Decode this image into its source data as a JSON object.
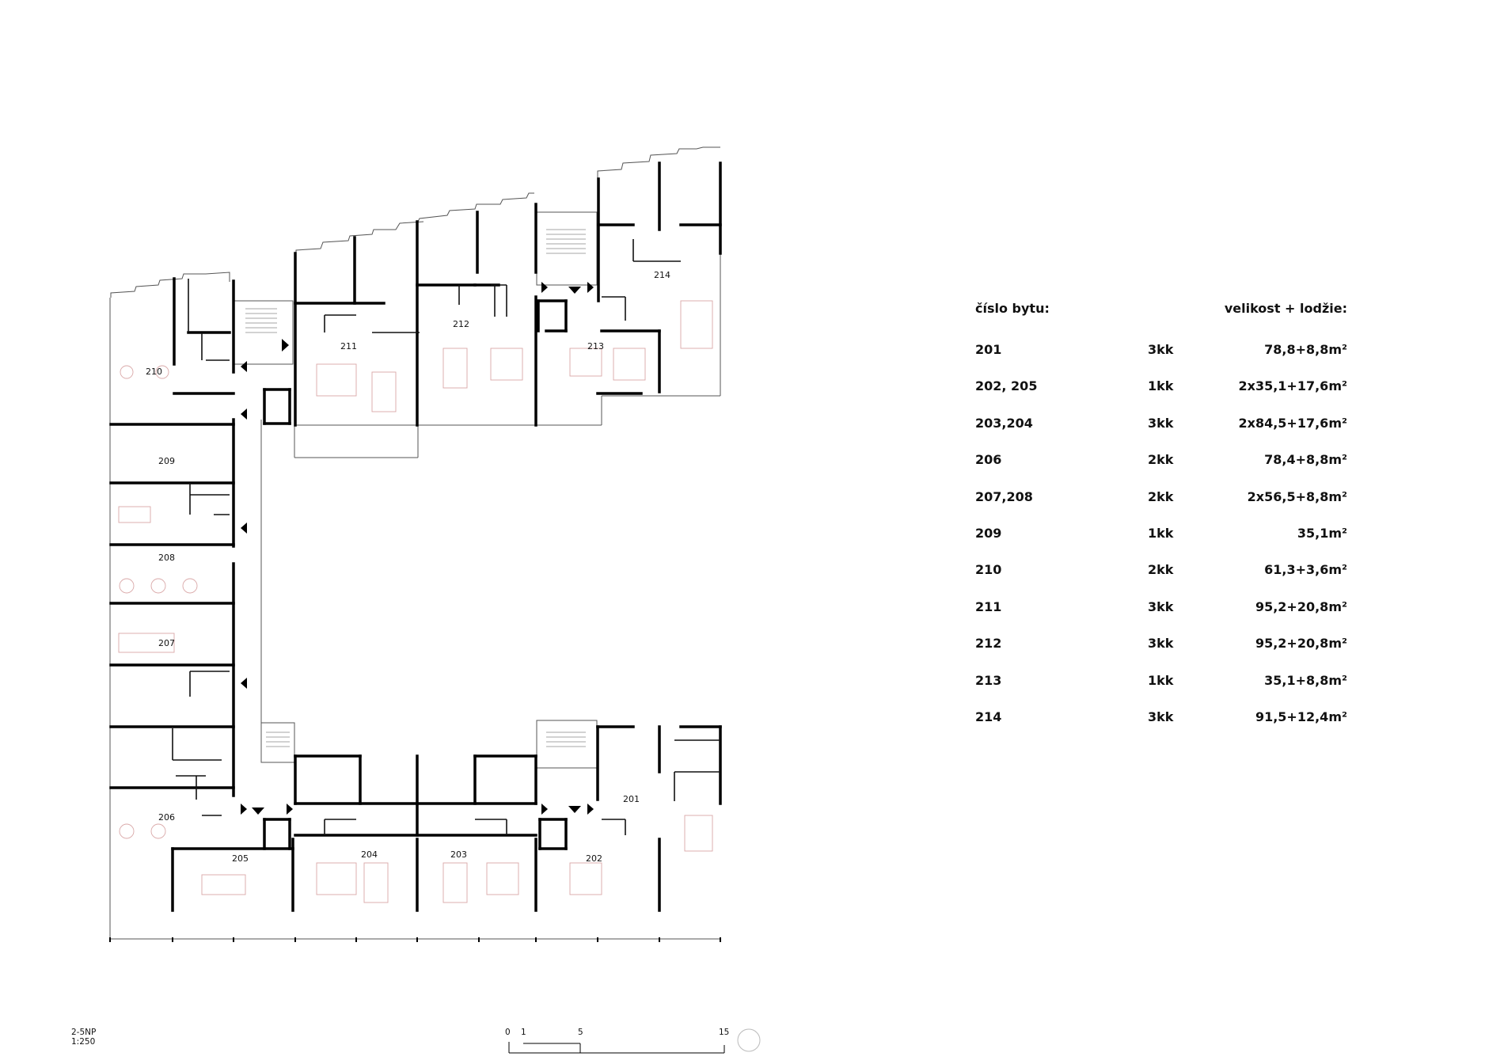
{
  "plan": {
    "floor": "2-5NP",
    "scale": "1:250",
    "scale_bar": [
      "0",
      "1",
      "5",
      "15"
    ],
    "unit_labels": [
      "201",
      "202",
      "203",
      "204",
      "205",
      "206",
      "207",
      "208",
      "209",
      "210",
      "211",
      "212",
      "213",
      "214"
    ]
  },
  "legend": {
    "header_number": "číslo bytu:",
    "header_size": "velikost + lodžie:",
    "rows": [
      {
        "number": "201",
        "type": "3kk",
        "size": "78,8+8,8m²"
      },
      {
        "number": "202, 205",
        "type": "1kk",
        "size": "2x35,1+17,6m²"
      },
      {
        "number": "203,204",
        "type": "3kk",
        "size": "2x84,5+17,6m²"
      },
      {
        "number": "206",
        "type": "2kk",
        "size": "78,4+8,8m²"
      },
      {
        "number": "207,208",
        "type": "2kk",
        "size": "2x56,5+8,8m²"
      },
      {
        "number": "209",
        "type": "1kk",
        "size": "35,1m²"
      },
      {
        "number": "210",
        "type": "2kk",
        "size": "61,3+3,6m²"
      },
      {
        "number": "211",
        "type": "3kk",
        "size": "95,2+20,8m²"
      },
      {
        "number": "212",
        "type": "3kk",
        "size": "95,2+20,8m²"
      },
      {
        "number": "213",
        "type": "1kk",
        "size": "35,1+8,8m²"
      },
      {
        "number": "214",
        "type": "3kk",
        "size": "91,5+12,4m²"
      }
    ]
  }
}
